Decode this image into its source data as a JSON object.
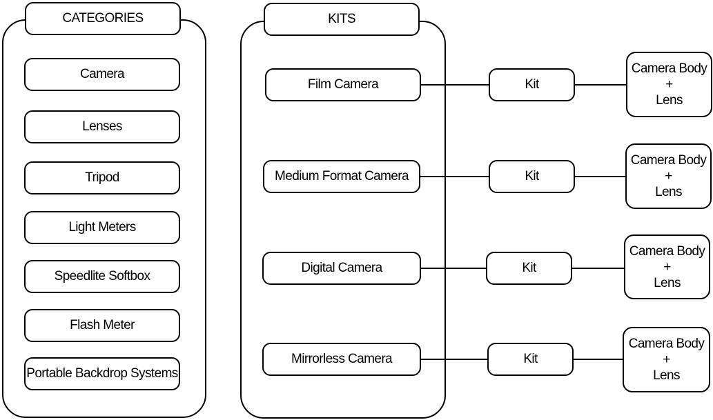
{
  "categories": {
    "title": "CATEGORIES",
    "items": [
      {
        "label": "Camera"
      },
      {
        "label": "Lenses"
      },
      {
        "label": "Tripod"
      },
      {
        "label": "Light Meters"
      },
      {
        "label": "Speedlite Softbox"
      },
      {
        "label": "Flash Meter"
      },
      {
        "label": "Portable Backdrop Systems"
      }
    ]
  },
  "kits": {
    "title": "KITS",
    "rows": [
      {
        "camera": "Film Camera",
        "kit": "Kit",
        "contents": [
          "Camera Body",
          "+",
          "Lens"
        ]
      },
      {
        "camera": "Medium Format Camera",
        "kit": "Kit",
        "contents": [
          "Camera Body",
          "+",
          "Lens"
        ]
      },
      {
        "camera": "Digital Camera",
        "kit": "Kit",
        "contents": [
          "Camera Body",
          "+",
          "Lens"
        ]
      },
      {
        "camera": "Mirrorless Camera",
        "kit": "Kit",
        "contents": [
          "Camera Body",
          "+",
          "Lens"
        ]
      }
    ]
  }
}
